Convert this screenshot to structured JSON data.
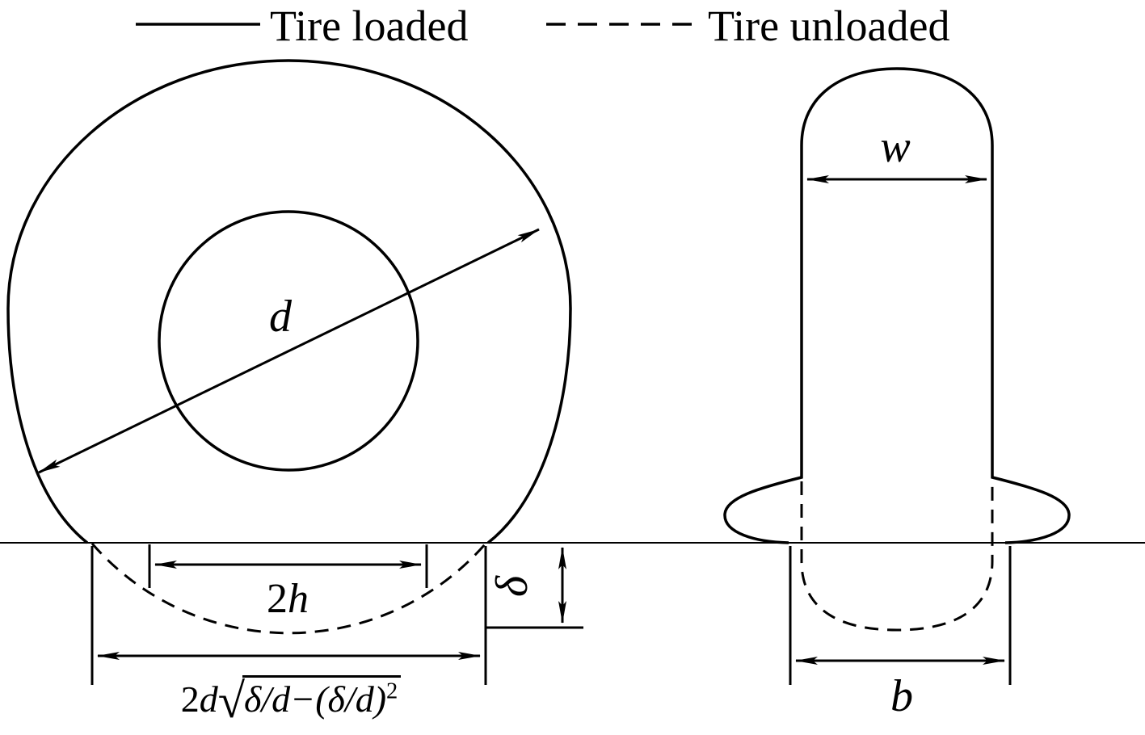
{
  "legend": {
    "loaded": "Tire loaded",
    "unloaded": "Tire unloaded"
  },
  "front_view": {
    "diameter": "d",
    "contact_coef": "2",
    "contact_var": "h",
    "deflection": "δ",
    "formula": {
      "coef": "2",
      "var": "d",
      "sqrt": "√",
      "radicand": "δ/d−(δ/d)",
      "exponent": "2"
    }
  },
  "side_view": {
    "width": "w",
    "base": "b"
  },
  "colors": {
    "ink": "#000000",
    "background": "#ffffff"
  }
}
